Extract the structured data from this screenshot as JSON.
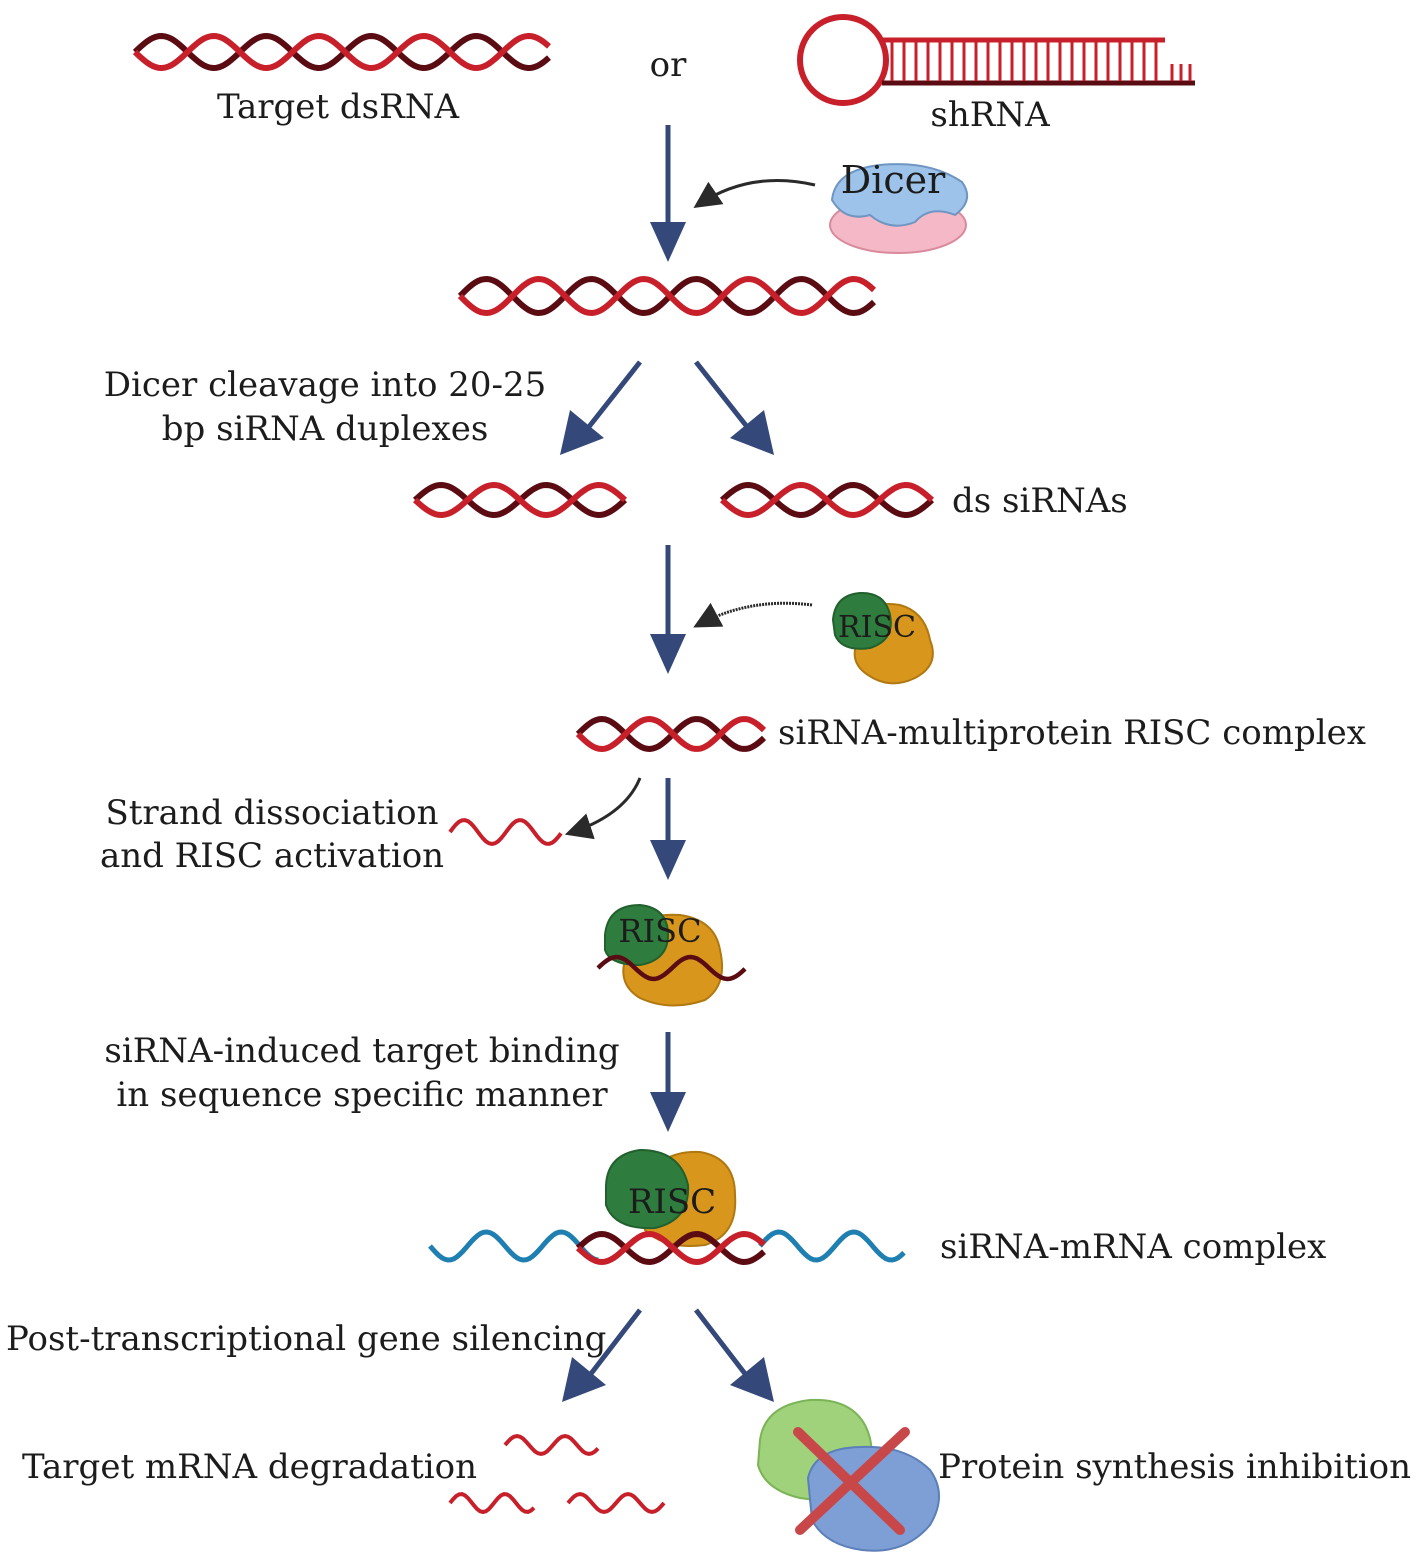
{
  "title": "",
  "labels": {
    "or": "or",
    "target_dsrna": "Target dsRNA",
    "shrna": "shRNA",
    "dicer_cleavage": [
      "Dicer cleavage into 20-25",
      "bp siRNA duplexes"
    ],
    "ds_sirnas": "ds siRNAs",
    "risc_complex": "siRNA-multiprotein RISC complex",
    "strand_dissociation": [
      "Strand dissociation",
      "and RISC activation"
    ],
    "target_binding": [
      "siRNA-induced target binding",
      "in sequence specific manner"
    ],
    "sirna_mrna_complex": "siRNA-mRNA complex",
    "ptgs": "Post-transcriptional gene silencing",
    "mrna_degradation": "Target mRNA degradation",
    "protein_inhibition": "Protein synthesis inhibition"
  },
  "proteins": {
    "dicer": "Dicer",
    "risc": "RISC"
  },
  "colors": {
    "rna_strand_light": "#c8202a",
    "rna_strand_dark": "#5a0c12",
    "mrna_strand": "#1e7fb0",
    "arrow": "#34487a",
    "dicer_top": "#9ec3ea",
    "dicer_bottom": "#f4b8c6",
    "risc_green": "#2f7d3e",
    "risc_orange": "#d9961c",
    "ribosome_green": "#9fd27a",
    "ribosome_blue": "#7e9fd6",
    "cross": "#c8484a"
  },
  "icons": [
    "dsrna-helix-icon",
    "shrna-hairpin-icon",
    "dicer-protein-icon",
    "risc-protein-icon",
    "ribosome-icon",
    "cross-icon"
  ]
}
